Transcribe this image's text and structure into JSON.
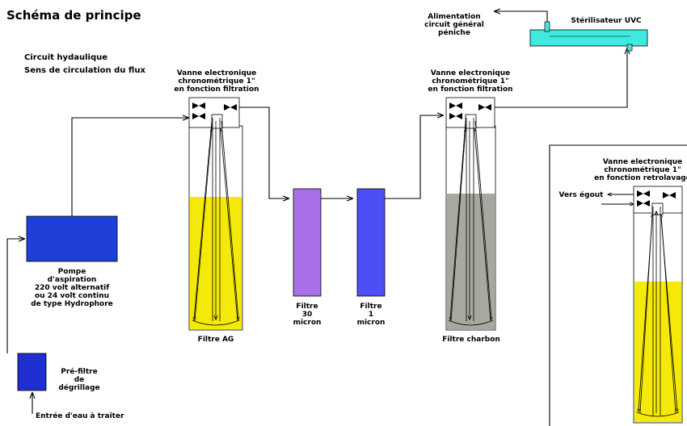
{
  "title": "Schéma de principe",
  "notes": {
    "line1": "Circuit hydaulique",
    "line2": "Sens de circulation du flux"
  },
  "pump": {
    "line1": "Pompe",
    "line2": "d'aspiration",
    "line3": "220 volt alternatif",
    "line4": "ou 24 volt continu",
    "line5": "de type Hydrophore",
    "color": "#1f3fd6"
  },
  "prefilter": {
    "line1": "Pré-filtre",
    "line2": "de",
    "line3": "dégrillage",
    "color": "#1f2fd0"
  },
  "inlet": "Entrée d'eau à traiter",
  "valve_ag": {
    "line1": "Vanne electronique",
    "line2": "chronométrique 1\"",
    "line3": "en fonction filtration"
  },
  "filter_ag": {
    "label": "Filtre AG",
    "media_color": "#f5e90a"
  },
  "filter_30": {
    "line1": "Filtre",
    "line2": "30",
    "line3": "micron",
    "color": "#a86fe6"
  },
  "filter_1": {
    "line1": "Filtre",
    "line2": "1",
    "line3": "micron",
    "color": "#4b4ff5"
  },
  "valve_charbon": {
    "line1": "Vanne electronique",
    "line2": "chronométrique 1\"",
    "line3": "en fonction filtration"
  },
  "filter_charbon": {
    "label": "Filtre charbon",
    "media_color": "#a8a8a0"
  },
  "uvc": {
    "label": "Stérilisateur UVC",
    "color": "#40e8e0"
  },
  "supply": {
    "line1": "Alimentation",
    "line2": "circuit général",
    "line3": "péniche"
  },
  "valve_backwash": {
    "line1": "Vanne electronique",
    "line2": "chronométrique 1\"",
    "line3": "en fonction retrolavage"
  },
  "drain": "Vers égout",
  "backwash_media_color": "#f5e90a"
}
